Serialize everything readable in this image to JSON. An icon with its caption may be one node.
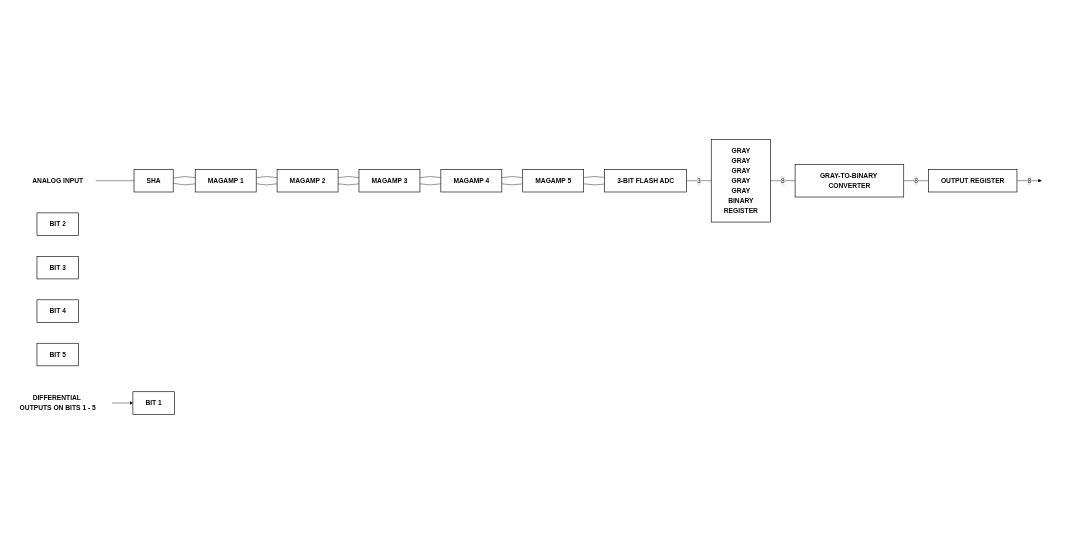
{
  "diagram": {
    "nodes": [
      {
        "text": [
          "ANALOG INPUT"
        ]
      },
      {
        "text": [
          "SHA"
        ]
      },
      {
        "text": [
          "MAGAMP 1"
        ]
      },
      {
        "text": [
          "MAGAMP 2"
        ]
      },
      {
        "text": [
          "MAGAMP 3"
        ]
      },
      {
        "text": [
          "MAGAMP 4"
        ]
      },
      {
        "text": [
          "MAGAMP 5"
        ]
      },
      {
        "text": [
          "3-BIT FLASH ADC"
        ]
      },
      {
        "text": [
          "BIT 1"
        ]
      },
      {
        "text": [
          "BIT 2"
        ]
      },
      {
        "text": [
          "BIT 3"
        ]
      },
      {
        "text": [
          "BIT 4"
        ]
      },
      {
        "text": [
          "BIT 5"
        ]
      },
      {
        "text": [
          "GRAY",
          "GRAY",
          "GRAY",
          "GRAY",
          "GRAY",
          "BINARY",
          "REGISTER"
        ]
      },
      {
        "text": [
          "GRAY-TO-BINARY CONVERTER"
        ]
      },
      {
        "text": [
          "OUTPUT REGISTER"
        ]
      },
      {
        "text": [
          "DIFFERENTIAL OUTPUTS ON BITS 1 - 5"
        ]
      }
    ],
    "edges": [
      {
        "from": 0,
        "to": 1,
        "arrow": "none"
      },
      {
        "from": 1,
        "to": 2,
        "arrow": "none"
      },
      {
        "from": 1,
        "to": 2,
        "arrow": "none"
      },
      {
        "from": 2,
        "to": 3,
        "arrow": "none"
      },
      {
        "from": 2,
        "to": 3,
        "arrow": "none"
      },
      {
        "from": 3,
        "to": 4,
        "arrow": "none"
      },
      {
        "from": 3,
        "to": 4,
        "arrow": "none"
      },
      {
        "from": 4,
        "to": 5,
        "arrow": "none"
      },
      {
        "from": 4,
        "to": 5,
        "arrow": "none"
      },
      {
        "from": 5,
        "to": 6,
        "arrow": "none"
      },
      {
        "from": 5,
        "to": 6,
        "arrow": "none"
      },
      {
        "from": 6,
        "to": 7,
        "arrow": "none"
      },
      {
        "from": 6,
        "to": 7,
        "arrow": "none"
      },
      {
        "from": 7,
        "to": 13,
        "label": "3",
        "arrow": "none"
      },
      {
        "from": 13,
        "to": 14,
        "label": "8",
        "arrow": "none"
      },
      {
        "from": 14,
        "to": 15,
        "label": "8",
        "arrow": "none"
      },
      {
        "from": 15,
        "to": null,
        "label": "8",
        "arrow": "to"
      },
      {
        "from": 16,
        "to": 8,
        "arrow": "to"
      }
    ]
  }
}
